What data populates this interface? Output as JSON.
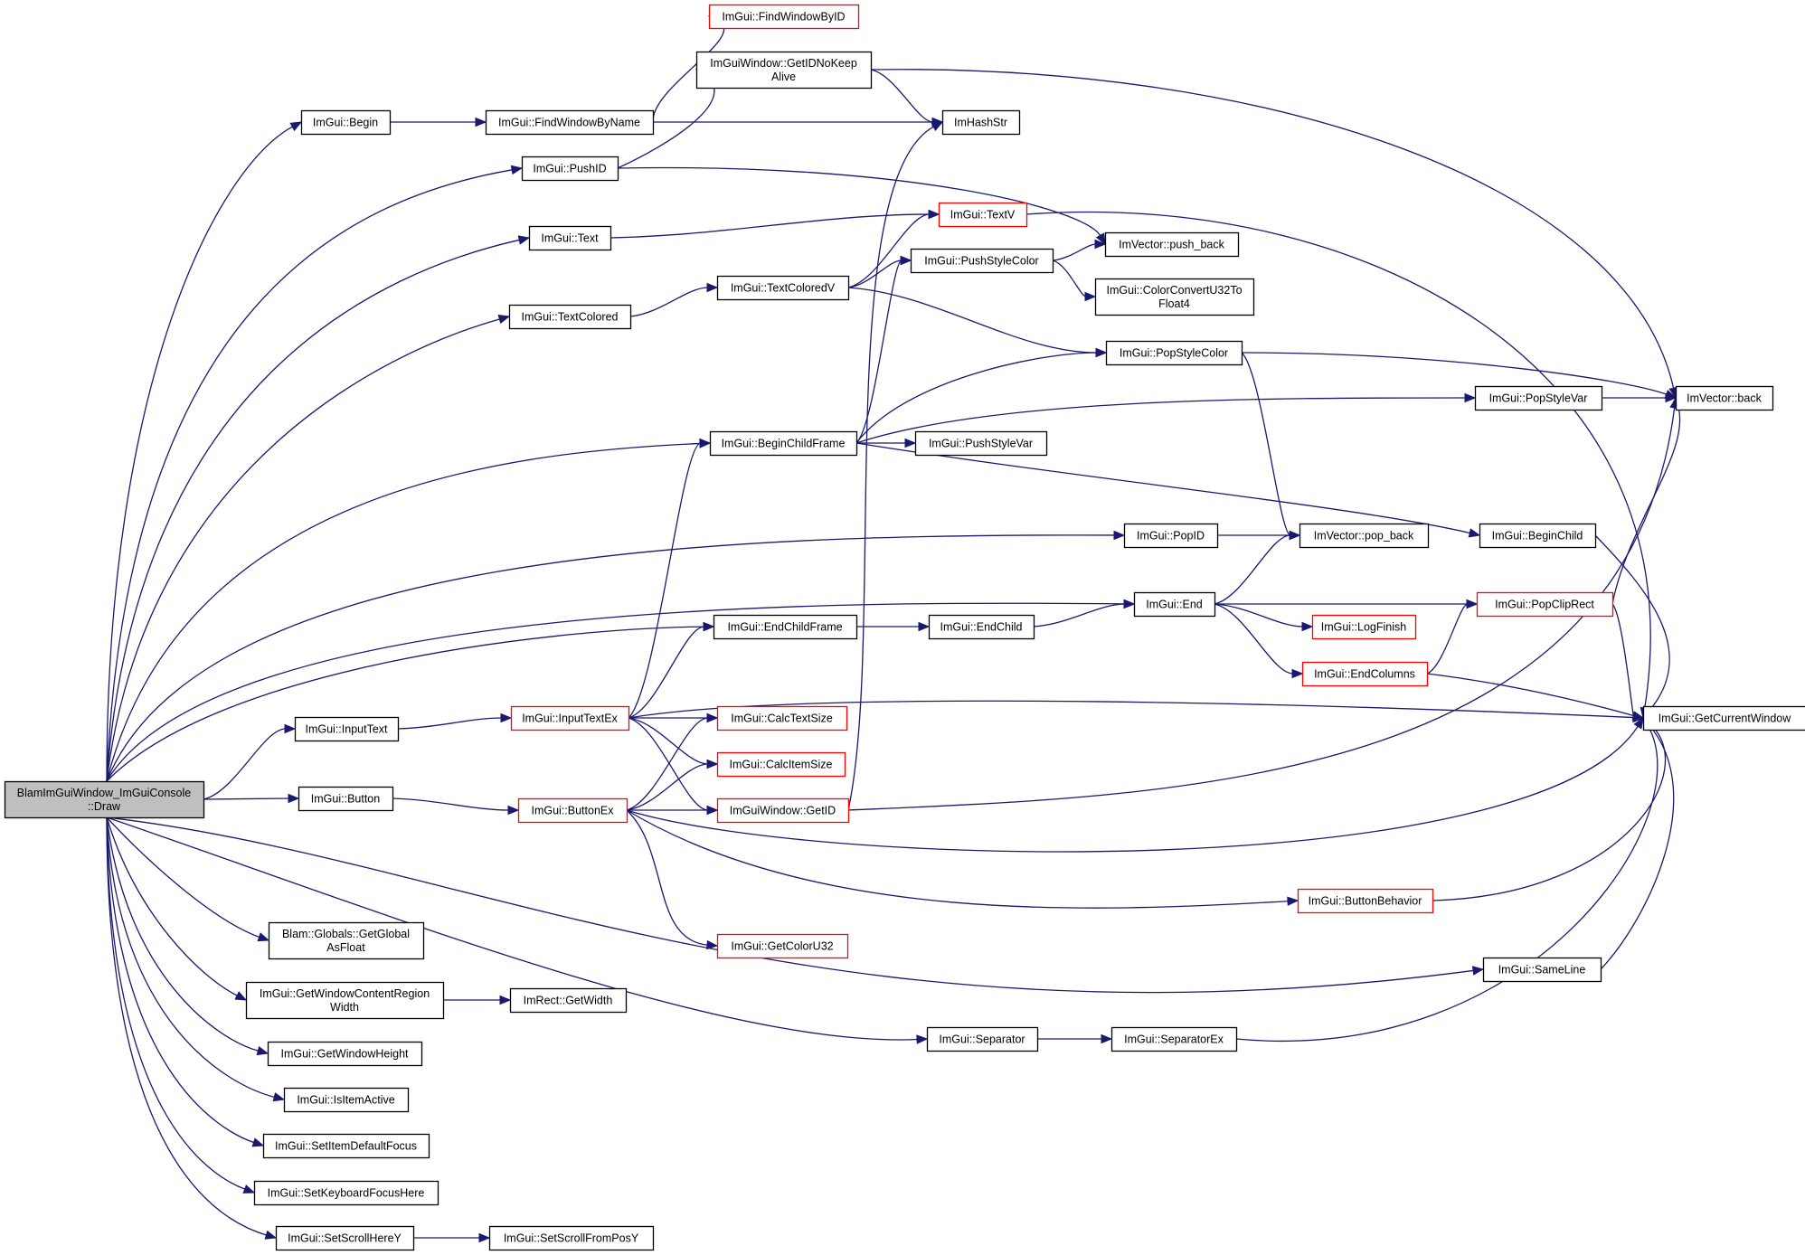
{
  "colors": {
    "edge": "#191970",
    "border_default": "#000000",
    "border_truncated": "#ff0000",
    "fill_default": "#ffffff",
    "fill_root": "#bfbfbf"
  },
  "nodes": {
    "root": {
      "lines": [
        "BlamImGuiWindow_ImGuiConsole",
        "::Draw"
      ],
      "style": "root"
    },
    "begin": {
      "lines": [
        "ImGui::Begin"
      ],
      "style": "normal"
    },
    "findByName": {
      "lines": [
        "ImGui::FindWindowByName"
      ],
      "style": "normal"
    },
    "findById": {
      "lines": [
        "ImGui::FindWindowByID"
      ],
      "style": "truncated"
    },
    "getIdNoKeep": {
      "lines": [
        "ImGuiWindow::GetIDNoKeep",
        "Alive"
      ],
      "style": "normal"
    },
    "hashStr": {
      "lines": [
        "ImHashStr"
      ],
      "style": "normal"
    },
    "pushId": {
      "lines": [
        "ImGui::PushID"
      ],
      "style": "normal"
    },
    "text": {
      "lines": [
        "ImGui::Text"
      ],
      "style": "normal"
    },
    "textV": {
      "lines": [
        "ImGui::TextV"
      ],
      "style": "truncated"
    },
    "pushBack": {
      "lines": [
        "ImVector::push_back"
      ],
      "style": "normal"
    },
    "pushStyleColor": {
      "lines": [
        "ImGui::PushStyleColor"
      ],
      "style": "normal"
    },
    "textColoredV": {
      "lines": [
        "ImGui::TextColoredV"
      ],
      "style": "normal"
    },
    "colorConvert": {
      "lines": [
        "ImGui::ColorConvertU32To",
        "Float4"
      ],
      "style": "normal"
    },
    "textColored": {
      "lines": [
        "ImGui::TextColored"
      ],
      "style": "normal"
    },
    "popStyleColor": {
      "lines": [
        "ImGui::PopStyleColor"
      ],
      "style": "normal"
    },
    "popStyleVar": {
      "lines": [
        "ImGui::PopStyleVar"
      ],
      "style": "normal"
    },
    "vecBack": {
      "lines": [
        "ImVector::back"
      ],
      "style": "normal"
    },
    "beginChildFrame": {
      "lines": [
        "ImGui::BeginChildFrame"
      ],
      "style": "normal"
    },
    "pushStyleVar": {
      "lines": [
        "ImGui::PushStyleVar"
      ],
      "style": "normal"
    },
    "popId": {
      "lines": [
        "ImGui::PopID"
      ],
      "style": "normal"
    },
    "popBack": {
      "lines": [
        "ImVector::pop_back"
      ],
      "style": "normal"
    },
    "beginChild": {
      "lines": [
        "ImGui::BeginChild"
      ],
      "style": "normal"
    },
    "end": {
      "lines": [
        "ImGui::End"
      ],
      "style": "normal"
    },
    "popClipRect": {
      "lines": [
        "ImGui::PopClipRect"
      ],
      "style": "truncated"
    },
    "endChildFrame": {
      "lines": [
        "ImGui::EndChildFrame"
      ],
      "style": "normal"
    },
    "endChild": {
      "lines": [
        "ImGui::EndChild"
      ],
      "style": "normal"
    },
    "logFinish": {
      "lines": [
        "ImGui::LogFinish"
      ],
      "style": "truncated"
    },
    "endColumns": {
      "lines": [
        "ImGui::EndColumns"
      ],
      "style": "truncated"
    },
    "inputText": {
      "lines": [
        "ImGui::InputText"
      ],
      "style": "normal"
    },
    "inputTextEx": {
      "lines": [
        "ImGui::InputTextEx"
      ],
      "style": "truncated"
    },
    "calcTextSize": {
      "lines": [
        "ImGui::CalcTextSize"
      ],
      "style": "truncated"
    },
    "getCurrentWindow": {
      "lines": [
        "ImGui::GetCurrentWindow"
      ],
      "style": "normal"
    },
    "calcItemSize": {
      "lines": [
        "ImGui::CalcItemSize"
      ],
      "style": "truncated"
    },
    "button": {
      "lines": [
        "ImGui::Button"
      ],
      "style": "normal"
    },
    "buttonEx": {
      "lines": [
        "ImGui::ButtonEx"
      ],
      "style": "truncated"
    },
    "getId": {
      "lines": [
        "ImGuiWindow::GetID"
      ],
      "style": "truncated"
    },
    "buttonBehavior": {
      "lines": [
        "ImGui::ButtonBehavior"
      ],
      "style": "truncated"
    },
    "globalsFloat": {
      "lines": [
        "Blam::Globals::GetGlobal",
        "AsFloat"
      ],
      "style": "normal"
    },
    "getColorU32": {
      "lines": [
        "ImGui::GetColorU32"
      ],
      "style": "truncated"
    },
    "sameLine": {
      "lines": [
        "ImGui::SameLine"
      ],
      "style": "normal"
    },
    "contentRegionWidth": {
      "lines": [
        "ImGui::GetWindowContentRegion",
        "Width"
      ],
      "style": "normal"
    },
    "rectWidth": {
      "lines": [
        "ImRect::GetWidth"
      ],
      "style": "normal"
    },
    "separator": {
      "lines": [
        "ImGui::Separator"
      ],
      "style": "normal"
    },
    "separatorEx": {
      "lines": [
        "ImGui::SeparatorEx"
      ],
      "style": "normal"
    },
    "windowHeight": {
      "lines": [
        "ImGui::GetWindowHeight"
      ],
      "style": "normal"
    },
    "isItemActive": {
      "lines": [
        "ImGui::IsItemActive"
      ],
      "style": "normal"
    },
    "setItemDefaultFocus": {
      "lines": [
        "ImGui::SetItemDefaultFocus"
      ],
      "style": "normal"
    },
    "setKeyboardFocusHere": {
      "lines": [
        "ImGui::SetKeyboardFocusHere"
      ],
      "style": "normal"
    },
    "setScrollHereY": {
      "lines": [
        "ImGui::SetScrollHereY"
      ],
      "style": "normal"
    },
    "setScrollFromPosY": {
      "lines": [
        "ImGui::SetScrollFromPosY"
      ],
      "style": "normal"
    }
  },
  "edges": [
    [
      "root",
      "begin"
    ],
    [
      "root",
      "pushId"
    ],
    [
      "root",
      "text"
    ],
    [
      "root",
      "textColored"
    ],
    [
      "root",
      "beginChildFrame"
    ],
    [
      "root",
      "popId"
    ],
    [
      "root",
      "end"
    ],
    [
      "root",
      "endChildFrame"
    ],
    [
      "root",
      "inputText"
    ],
    [
      "root",
      "button"
    ],
    [
      "root",
      "sameLine"
    ],
    [
      "root",
      "separator"
    ],
    [
      "root",
      "globalsFloat"
    ],
    [
      "root",
      "contentRegionWidth"
    ],
    [
      "root",
      "windowHeight"
    ],
    [
      "root",
      "isItemActive"
    ],
    [
      "root",
      "setItemDefaultFocus"
    ],
    [
      "root",
      "setKeyboardFocusHere"
    ],
    [
      "root",
      "setScrollHereY"
    ],
    [
      "begin",
      "findByName"
    ],
    [
      "findByName",
      "findById"
    ],
    [
      "findByName",
      "hashStr"
    ],
    [
      "pushId",
      "getIdNoKeep"
    ],
    [
      "pushId",
      "pushBack"
    ],
    [
      "getIdNoKeep",
      "hashStr"
    ],
    [
      "getIdNoKeep",
      "vecBack"
    ],
    [
      "text",
      "textV"
    ],
    [
      "textV",
      "getCurrentWindow"
    ],
    [
      "textColored",
      "textColoredV"
    ],
    [
      "textColoredV",
      "textV"
    ],
    [
      "textColoredV",
      "pushStyleColor"
    ],
    [
      "textColoredV",
      "popStyleColor"
    ],
    [
      "pushStyleColor",
      "pushBack"
    ],
    [
      "pushStyleColor",
      "colorConvert"
    ],
    [
      "popStyleColor",
      "vecBack"
    ],
    [
      "popStyleColor",
      "popBack"
    ],
    [
      "popStyleVar",
      "vecBack"
    ],
    [
      "beginChildFrame",
      "pushStyleColor"
    ],
    [
      "beginChildFrame",
      "popStyleColor"
    ],
    [
      "beginChildFrame",
      "popStyleVar"
    ],
    [
      "beginChildFrame",
      "pushStyleVar"
    ],
    [
      "beginChildFrame",
      "beginChild"
    ],
    [
      "popId",
      "popBack"
    ],
    [
      "beginChild",
      "getCurrentWindow"
    ],
    [
      "end",
      "popBack"
    ],
    [
      "end",
      "popClipRect"
    ],
    [
      "end",
      "logFinish"
    ],
    [
      "end",
      "endColumns"
    ],
    [
      "popClipRect",
      "vecBack"
    ],
    [
      "popClipRect",
      "getCurrentWindow"
    ],
    [
      "endColumns",
      "popClipRect"
    ],
    [
      "endColumns",
      "getCurrentWindow"
    ],
    [
      "endChildFrame",
      "endChild"
    ],
    [
      "endChild",
      "end"
    ],
    [
      "inputText",
      "inputTextEx"
    ],
    [
      "inputTextEx",
      "beginChildFrame"
    ],
    [
      "inputTextEx",
      "endChildFrame"
    ],
    [
      "inputTextEx",
      "calcTextSize"
    ],
    [
      "inputTextEx",
      "calcItemSize"
    ],
    [
      "inputTextEx",
      "getId"
    ],
    [
      "inputTextEx",
      "getCurrentWindow"
    ],
    [
      "button",
      "buttonEx"
    ],
    [
      "buttonEx",
      "calcTextSize"
    ],
    [
      "buttonEx",
      "calcItemSize"
    ],
    [
      "buttonEx",
      "getId"
    ],
    [
      "buttonEx",
      "getCurrentWindow"
    ],
    [
      "buttonEx",
      "buttonBehavior"
    ],
    [
      "buttonEx",
      "getColorU32"
    ],
    [
      "getId",
      "hashStr"
    ],
    [
      "getId",
      "vecBack"
    ],
    [
      "buttonBehavior",
      "getCurrentWindow"
    ],
    [
      "sameLine",
      "getCurrentWindow"
    ],
    [
      "contentRegionWidth",
      "rectWidth"
    ],
    [
      "separator",
      "separatorEx"
    ],
    [
      "separatorEx",
      "getCurrentWindow"
    ],
    [
      "setScrollHereY",
      "setScrollFromPosY"
    ]
  ]
}
